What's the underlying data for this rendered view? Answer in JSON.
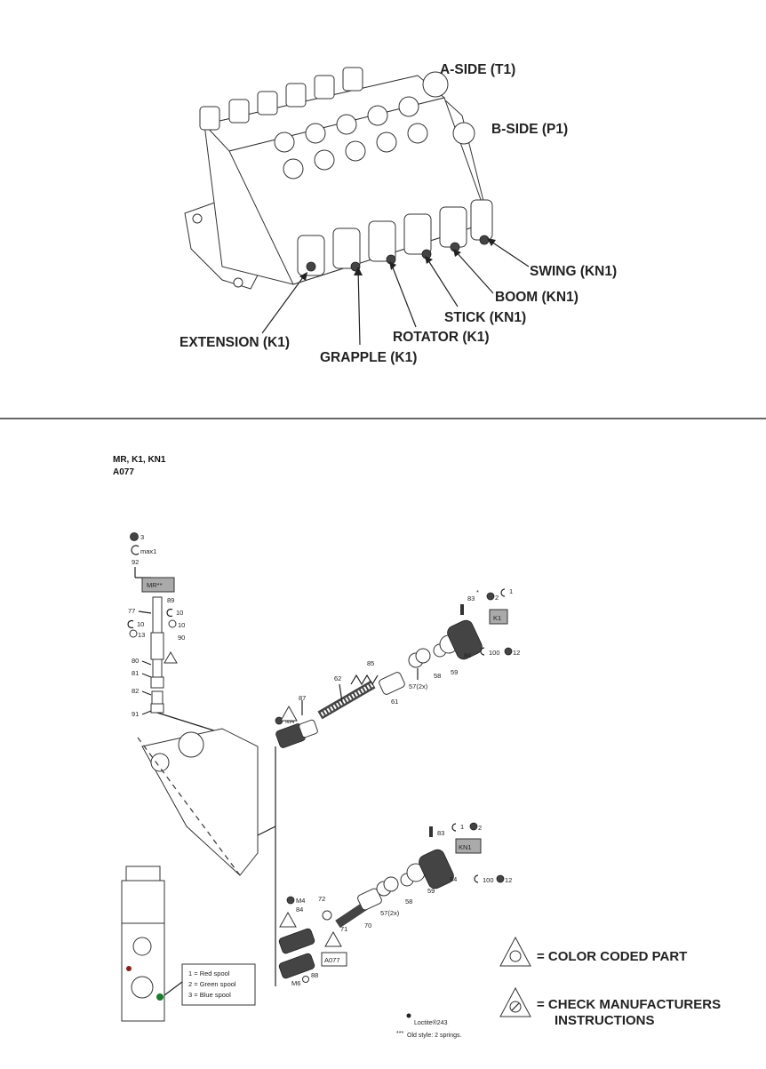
{
  "top_diagram": {
    "side_labels": {
      "a_side": "A-SIDE (T1)",
      "b_side": "B-SIDE (P1)"
    },
    "sections": {
      "swing": "SWING (KN1)",
      "boom": "BOOM (KN1)",
      "stick": "STICK (KN1)",
      "rotator": "ROTATOR (K1)",
      "extension": "EXTENSION (K1)",
      "grapple": "GRAPPLE (K1)"
    }
  },
  "exploded_view": {
    "header_line1": "MR, K1, KN1",
    "header_line2": "A077",
    "relief_valve": {
      "n3": "3",
      "max1": "max1",
      "n92": "92",
      "mr_tag": "MR**",
      "n77": "77",
      "n89": "89",
      "n10a": "10",
      "n10b": "10",
      "n10c": "10",
      "n13": "13",
      "n90": "90",
      "n80": "80",
      "n81": "81",
      "n82": "82",
      "n91": "91"
    },
    "k1_spool": {
      "n83": "83",
      "star": "*",
      "n2": "2",
      "n1": "1",
      "tag": "K1",
      "n84": "84",
      "n100": "100",
      "n12": "12",
      "n58": "58",
      "n59": "59",
      "n85": "85",
      "n57": "57(2x)",
      "n62": "62",
      "n61": "61",
      "m4": "M4",
      "n87": "87"
    },
    "kn1_spool": {
      "n83": "83",
      "n1": "1",
      "n2": "2",
      "tag": "KN1",
      "n84": "84",
      "n100": "100",
      "n12": "12",
      "n59": "59",
      "n58": "58",
      "n57": "57(2x)",
      "n70": "70",
      "n71": "71",
      "n72": "72",
      "m4": "M4",
      "n84b": "84",
      "m6": "M6",
      "n88": "88",
      "tag_a077": "A077"
    },
    "spool_key": {
      "line1": "1 = Red spool",
      "line2": "2 = Green spool",
      "line3": "3 = Blue spool"
    }
  },
  "legend": {
    "color_coded": "= COLOR CODED PART",
    "check_line1": "= CHECK MANUFACTURERS",
    "check_line2": "INSTRUCTIONS"
  },
  "footnotes": {
    "loctite": "Loctite®243",
    "old_style": "Old style: 2 springs."
  }
}
